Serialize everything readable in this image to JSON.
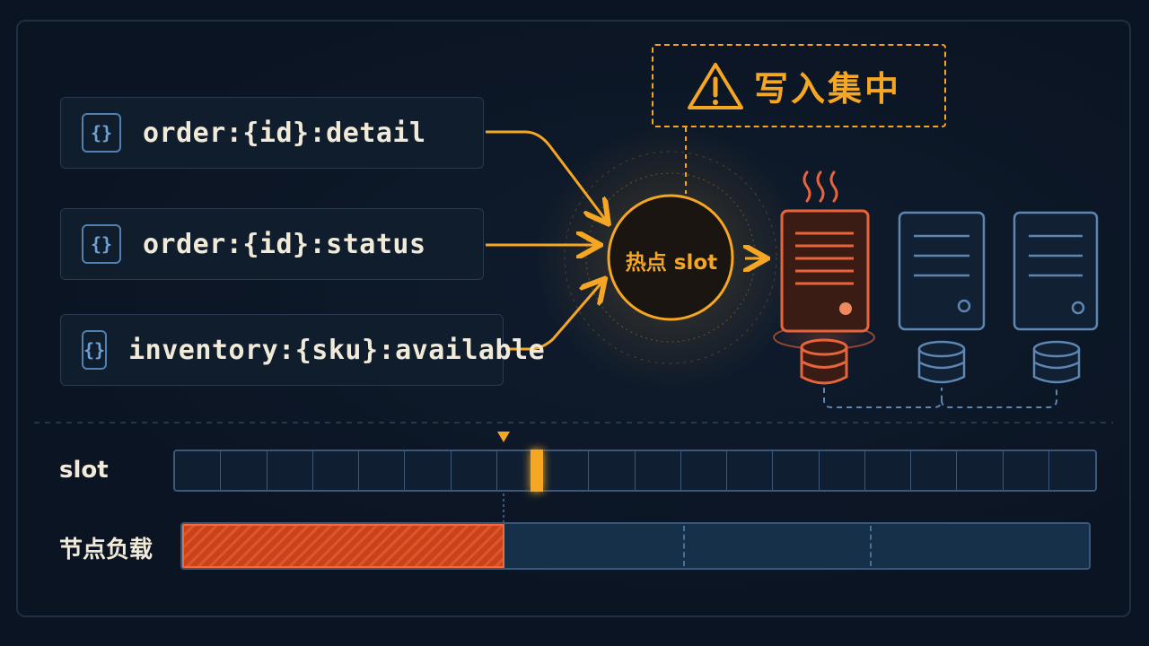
{
  "keys": [
    {
      "label": "order:{id}:detail",
      "icon": "braces-icon",
      "icon_glyph": "{}"
    },
    {
      "label": "order:{id}:status",
      "icon": "braces-icon",
      "icon_glyph": "{}"
    },
    {
      "label": "inventory:{sku}:available",
      "icon": "braces-icon",
      "icon_glyph": "{}"
    }
  ],
  "hotspot": {
    "label": "热点 slot"
  },
  "warning": {
    "label": "写入集中",
    "icon": "warning-triangle-icon"
  },
  "nodes": [
    {
      "state": "hot",
      "icon": "server-icon"
    },
    {
      "state": "normal",
      "icon": "server-icon"
    },
    {
      "state": "normal",
      "icon": "server-icon"
    }
  ],
  "slot_row": {
    "label": "slot",
    "slot_count": 20,
    "hot_slot_index": 7
  },
  "load_row": {
    "label": "节点负载",
    "hot_node_share": 0.355
  },
  "colors": {
    "background": "#0b1422",
    "accent_hot": "#f5a623",
    "node_hot": "#e8643a",
    "node_normal": "#5d86b3",
    "text": "#f1ead9"
  }
}
